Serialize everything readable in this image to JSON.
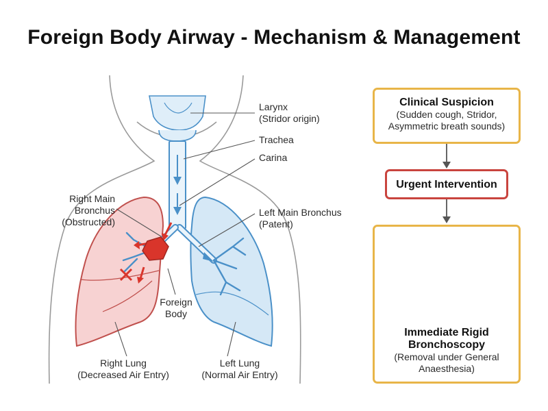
{
  "title": "Foreign Body Airway - Mechanism & Management",
  "labels": {
    "larynx": [
      "Larynx",
      "(Stridor origin)"
    ],
    "trachea": "Trachea",
    "carina": "Carina",
    "right_main_bronchus": [
      "Right Main",
      "Bronchus",
      "(Obstructed)"
    ],
    "left_main_bronchus": [
      "Left Main Bronchus",
      "(Patent)"
    ],
    "foreign_body": [
      "Foreign",
      "Body"
    ],
    "right_lung": [
      "Right Lung",
      "(Decreased Air Entry)"
    ],
    "left_lung": [
      "Left Lung",
      "(Normal Air Entry)"
    ]
  },
  "flow": {
    "clinical_suspicion": {
      "heading": "Clinical Suspicion",
      "lines": [
        "(Sudden cough, Stridor,",
        "Asymmetric breath sounds)"
      ]
    },
    "urgent_intervention": {
      "heading": "Urgent Intervention"
    },
    "bronchoscopy": {
      "heading": [
        "Immediate Rigid",
        "Bronchoscopy"
      ],
      "lines": [
        "(Removal under General",
        "Anaesthesia)"
      ]
    }
  },
  "colors": {
    "gold": "#e8b548",
    "red_border": "#c9443e",
    "right_lung_fill": "#f7d2d2",
    "left_lung_fill": "#d5e8f6",
    "airway_blue": "#4a90c8",
    "obstruction_red": "#d9352b",
    "scope_orange": "#e8922f"
  }
}
